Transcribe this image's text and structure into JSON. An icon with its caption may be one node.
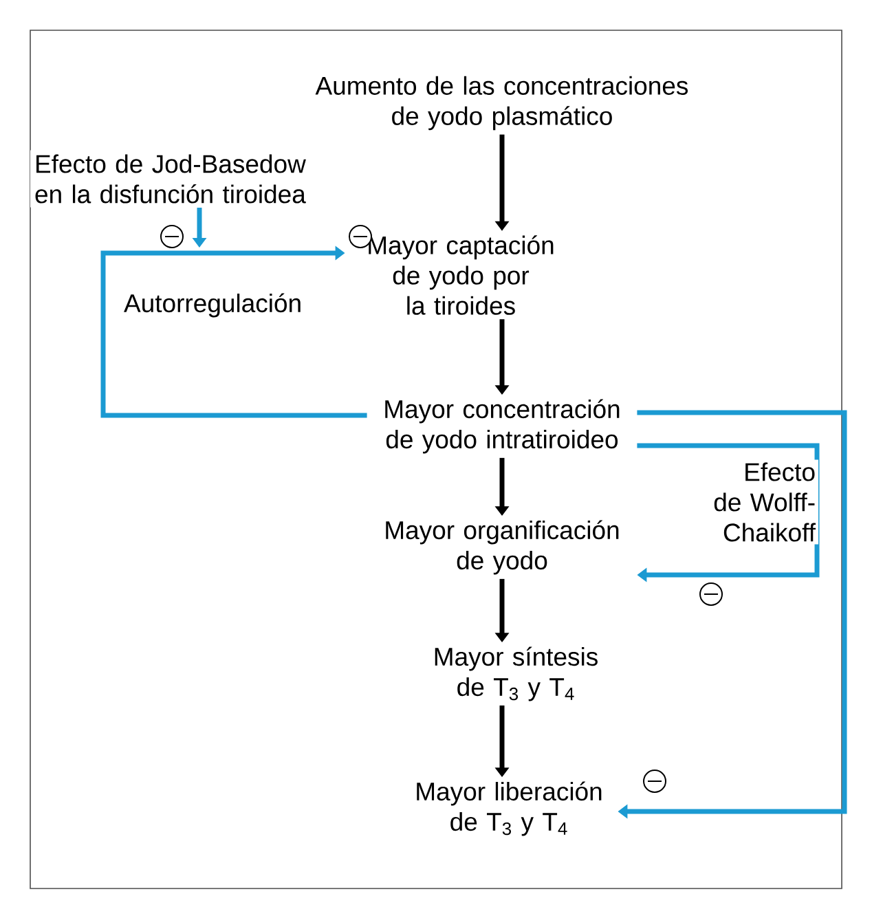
{
  "diagram": {
    "nodes": [
      {
        "text": [
          "Aumento de las concentraciones de yodo plasmático"
        ]
      },
      {
        "text": [
          "Efecto de Jod-Basedow en la disfunción tiroidea"
        ]
      },
      {
        "text": [
          "Mayor captación de yodo por la tiroides"
        ]
      },
      {
        "text": [
          "Mayor concentración de yodo intratiroideo"
        ]
      },
      {
        "text": [
          "Mayor organificación de yodo"
        ]
      },
      {
        "text": [
          "Mayor síntesis de T$_{3}$ y T$_{4}$"
        ]
      },
      {
        "text": [
          "Mayor liberación de T$_{3}$ y T$_{4}$"
        ]
      }
    ],
    "edges": [
      {
        "from": 0,
        "to": 2,
        "arrow": "to"
      },
      {
        "from": 2,
        "to": 3,
        "arrow": "to"
      },
      {
        "from": 3,
        "to": 4,
        "arrow": "to"
      },
      {
        "from": 4,
        "to": 5,
        "arrow": "to"
      },
      {
        "from": 5,
        "to": 6,
        "arrow": "to"
      },
      {
        "from": 3,
        "to": 2,
        "arrow": "to",
        "label": "Autorregulación",
        "color": "#1b9ad2"
      },
      {
        "from": 1,
        "to": null,
        "arrow": "to",
        "color": "#1b9ad2"
      },
      {
        "from": 3,
        "to": 4,
        "arrow": "to",
        "label": "Efecto de Wolff-Chaikoff",
        "color": "#1b9ad2"
      },
      {
        "from": 3,
        "to": 6,
        "arrow": "to",
        "color": "#1b9ad2"
      }
    ]
  }
}
